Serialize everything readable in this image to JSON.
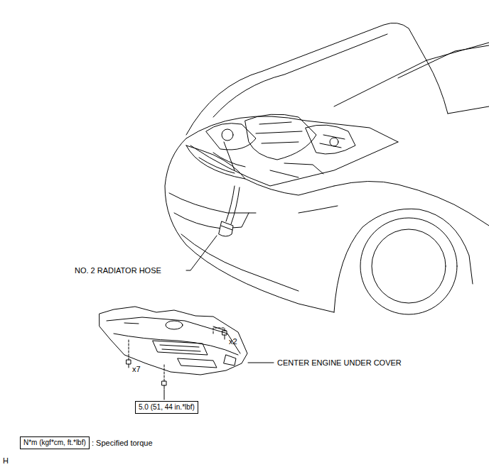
{
  "diagram": {
    "nodes": [
      {
        "text": [
          "5.0 (51, 44 in.*lbf)"
        ]
      },
      {
        "text": [
          "N*m (kgf*cm, ft.*lbf)"
        ]
      }
    ],
    "labels": [
      "NO. 2 RADIATOR HOSE",
      "CENTER ENGINE UNDER COVER",
      "x2",
      "x7",
      "H"
    ],
    "legend": [
      {
        "text": ": Specified torque"
      }
    ]
  }
}
